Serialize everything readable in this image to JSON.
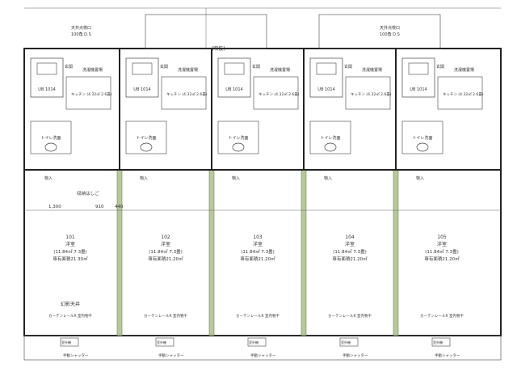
{
  "header": {
    "top_labels": [
      "天井点検口",
      "100角 D.S",
      "天井点検口",
      "100角 D.S"
    ]
  },
  "stair_label": "(吹抜)",
  "units": [
    {
      "number": "101",
      "room_name": "洋室",
      "size": "(11.84㎡ 7.3畳)",
      "floor_area": "専有面積21.30㎡",
      "entrance": "玄関",
      "washroom": "洗濯機置場",
      "kitchen": "キッチン (4.32㎡ 2.6畳)",
      "bath": "UB 1014",
      "toilet": "トイレ洗面",
      "closet": "物入",
      "curtain": "カーテンレールR 室内物干",
      "shutter": "手動シャッター",
      "outdoor": "室外機"
    },
    {
      "number": "102",
      "room_name": "洋室",
      "size": "(11.84㎡ 7.3畳)",
      "floor_area": "専有面積21.20㎡",
      "entrance": "玄関",
      "washroom": "洗濯機置場",
      "kitchen": "キッチン (4.32㎡ 2.6畳)",
      "bath": "UB 1014",
      "toilet": "トイレ洗面",
      "closet": "物入",
      "curtain": "カーテンレールR 室内物干",
      "shutter": "手動シャッター",
      "outdoor": "室外機"
    },
    {
      "number": "103",
      "room_name": "洋室",
      "size": "(11.84㎡ 7.3畳)",
      "floor_area": "専有面積21.20㎡",
      "entrance": "玄関",
      "washroom": "洗濯機置場",
      "kitchen": "キッチン (4.32㎡ 2.6畳)",
      "bath": "UB 1014",
      "toilet": "トイレ洗面",
      "closet": "物入",
      "curtain": "カーテンレールR 室内物干",
      "shutter": "手動シャッター",
      "outdoor": "室外機"
    },
    {
      "number": "104",
      "room_name": "洋室",
      "size": "(11.84㎡ 7.3畳)",
      "floor_area": "専有面積21.20㎡",
      "entrance": "玄関",
      "washroom": "洗濯機置場",
      "kitchen": "キッチン (4.32㎡ 2.6畳)",
      "bath": "UB 1014",
      "toilet": "トイレ洗面",
      "closet": "物入",
      "curtain": "カーテンレールR 室内物干",
      "shutter": "手動シャッター",
      "outdoor": "室外機"
    },
    {
      "number": "105",
      "room_name": "洋室",
      "size": "(11.84㎡ 7.3畳)",
      "floor_area": "専有面積21.20㎡",
      "entrance": "玄関",
      "washroom": "洗濯機置場",
      "kitchen": "キッチン (4.32㎡ 2.6畳)",
      "bath": "UB 1014",
      "toilet": "トイレ洗面",
      "closet": "物入",
      "curtain": "カーテンレールR 室内物干",
      "shutter": "手動シャッター",
      "outdoor": "室外機"
    }
  ],
  "dimensions": [
    "1,300",
    "910",
    "440"
  ],
  "extras": {
    "storage": "収納はしご",
    "ceiling": "天井点検口 100角 D.S",
    "light": "幻影天井"
  }
}
